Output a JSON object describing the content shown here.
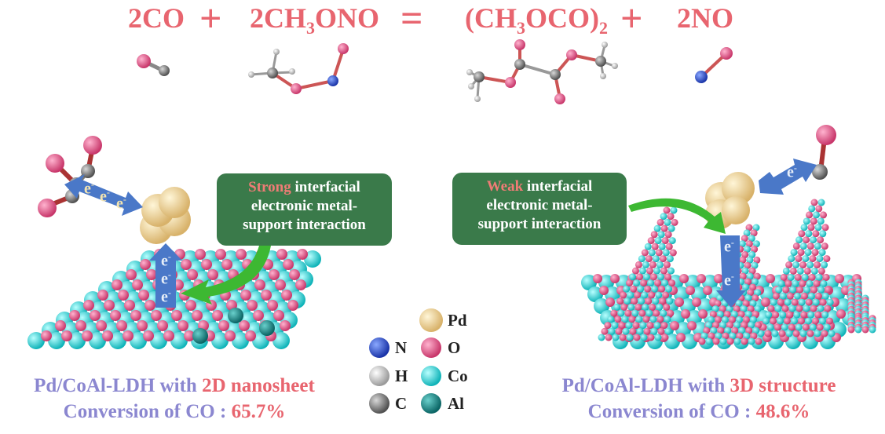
{
  "equation": {
    "t1": "2CO",
    "t2a": "2CH",
    "t2s": "3",
    "t2b": "ONO",
    "t3a": "(CH",
    "t3s": "3",
    "t3b": "OCO)",
    "t3s2": "2",
    "t4": "2NO",
    "plus": "+",
    "equals": "="
  },
  "left_panel": {
    "callout_strong": "Strong",
    "callout_rest1": " interfacial",
    "callout_line2": "electronic metal-",
    "callout_line3": "support interaction",
    "caption_a": "Pd/CoAl-LDH with ",
    "caption_hl": "2D nanosheet",
    "conv_label": "Conversion of CO : ",
    "conv_value": "65.7%"
  },
  "right_panel": {
    "callout_weak": "Weak",
    "callout_rest1": " interfacial",
    "callout_line2": "electronic metal-",
    "callout_line3": "support interaction",
    "caption_a": "Pd/CoAl-LDH with ",
    "caption_hl": "3D structure",
    "conv_label": "Conversion of CO : ",
    "conv_value": "48.6%"
  },
  "electron": "e",
  "electron_sup": "-",
  "legend": [
    {
      "symbol": "Pd",
      "color": "#f2d896"
    },
    {
      "symbol": "N",
      "color": "#2a4fd8"
    },
    {
      "symbol": "O",
      "color": "#e05a8a"
    },
    {
      "symbol": "H",
      "color": "#d8d8d8"
    },
    {
      "symbol": "Co",
      "color": "#22d6d6"
    },
    {
      "symbol": "C",
      "color": "#808080"
    },
    {
      "symbol": "Al",
      "color": "#1a8a8a"
    }
  ]
}
